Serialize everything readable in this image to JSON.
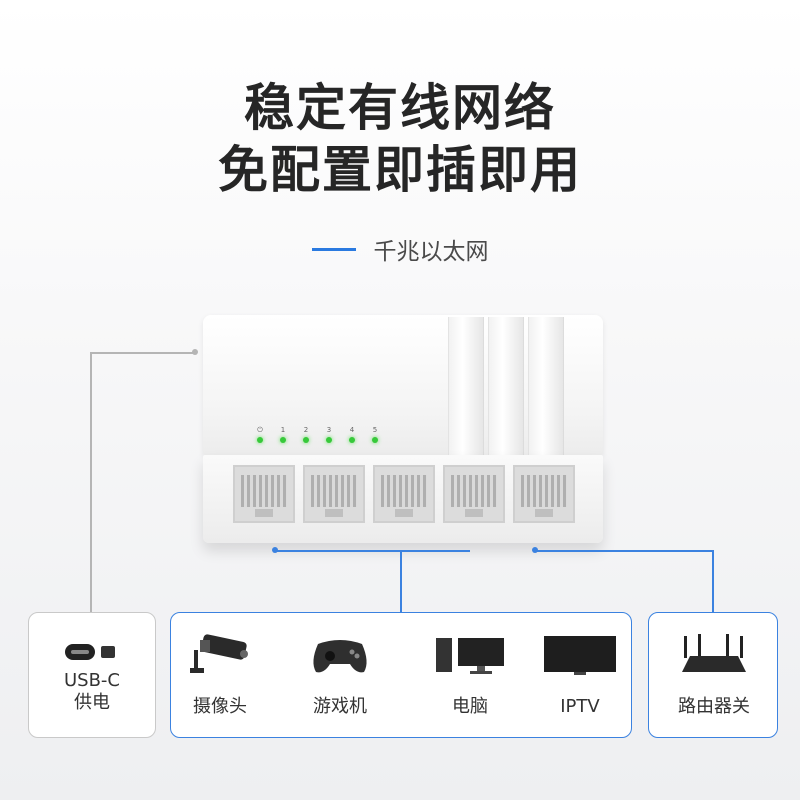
{
  "headline": {
    "line1": "稳定有线网络",
    "line2": "免配置即插即用"
  },
  "subtitle": "千兆以太网",
  "device": {
    "led_labels": [
      "⏻",
      "1",
      "2",
      "3",
      "4",
      "5"
    ],
    "port_count": 5
  },
  "items": {
    "usbc_line1": "USB-C",
    "usbc_line2": "供电",
    "camera": "摄像头",
    "gamepad": "游戏机",
    "computer": "电脑",
    "iptv": "IPTV",
    "router": "路由器关"
  },
  "colors": {
    "accent": "#3b82e0",
    "led": "#37c93a",
    "text": "#262626"
  }
}
